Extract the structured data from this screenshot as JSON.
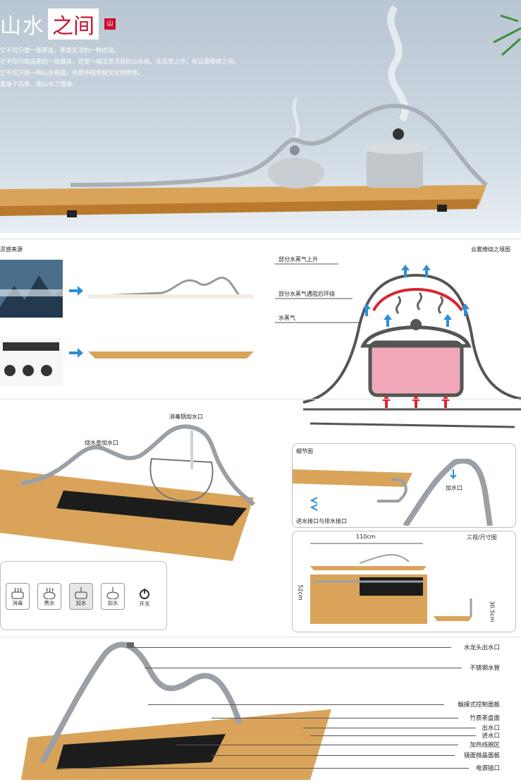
{
  "hero": {
    "title_part1": "山水",
    "title_part2": "之间",
    "seal_text": "山",
    "intro_lines": [
      "它不仅只是一张茶盘，更是生活的一种态度。",
      "它不仅只是品茶的一款器具，还是一幅活灵活现的山水画。在品茶之中，观云雾缭绕之境。",
      "它不仅只是一种山水格调，也是中国传统文化的传承。",
      "置身于品茶、观山水之情境。"
    ]
  },
  "inspiration": {
    "label": "灵感来源"
  },
  "steam_diagram": {
    "top_right": "云雾缭绕之境图",
    "label_rise": "部分水蒸气上升",
    "label_circle": "部分水蒸气遇阻后环绕",
    "label_steam": "水蒸气"
  },
  "product_view": {
    "label_sterilize_inlet": "消毒锅加水口",
    "label_kettle_inlet": "烧水壶加水口"
  },
  "controls": [
    {
      "label": "消毒",
      "icon": "sterilize-pot-icon"
    },
    {
      "label": "煮水",
      "icon": "kettle-icon"
    },
    {
      "label": "加水",
      "icon": "add-water-pot-icon"
    },
    {
      "label": "加水",
      "icon": "add-water-kettle-icon"
    },
    {
      "label": "开关",
      "icon": "power-icon"
    }
  ],
  "detail_panel": {
    "title": "细节图",
    "label_inlet": "加水口",
    "label_connectors": "进水接口与排水接口"
  },
  "dimension_panel": {
    "title": "三视/尺寸图",
    "width": "110cm",
    "depth": "52cm",
    "height": "30.5cm"
  },
  "callouts": [
    "水龙头出水口",
    "不锈钢水管",
    "触摸式控制面板",
    "竹质茶盘面",
    "出水口",
    "进水口",
    "加热线圈区",
    "镜面微晶面板",
    "电源插口"
  ],
  "colors": {
    "bamboo": "#d9a45a",
    "bamboo_dark": "#b97a2e",
    "steel": "#9aa0a6",
    "arrow_blue": "#2c8fd6",
    "heat_red": "#d8262d",
    "pot_pink": "#f0a8b8"
  }
}
